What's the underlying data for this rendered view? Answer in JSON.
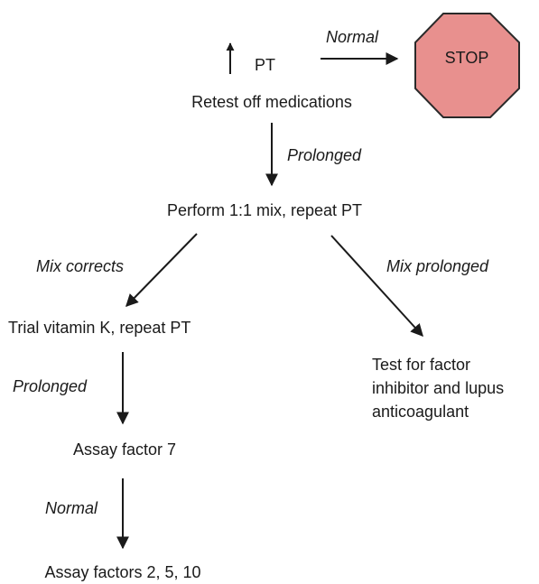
{
  "nodes": {
    "pt": "PT",
    "retest": "Retest off medications",
    "stop": "STOP",
    "mix": "Perform 1:1 mix, repeat PT",
    "vitamin_k": "Trial vitamin K, repeat PT",
    "factor_test": [
      "Test for factor",
      "inhibitor and lupus",
      "anticoagulant"
    ],
    "assay7": "Assay factor 7",
    "assay2510": "Assay factors 2, 5, 10"
  },
  "edge_labels": {
    "normal_stop": "Normal",
    "prolonged_mix": "Prolonged",
    "mix_corrects": "Mix corrects",
    "mix_prolonged": "Mix prolonged",
    "prolonged_assay7": "Prolonged",
    "normal_assay2510": "Normal"
  },
  "colors": {
    "stop_fill": "#e8908e",
    "stop_stroke": "#2a2a2a",
    "line": "#1a1a1a"
  },
  "icons": {
    "increased_pt": "up-arrow-icon"
  }
}
